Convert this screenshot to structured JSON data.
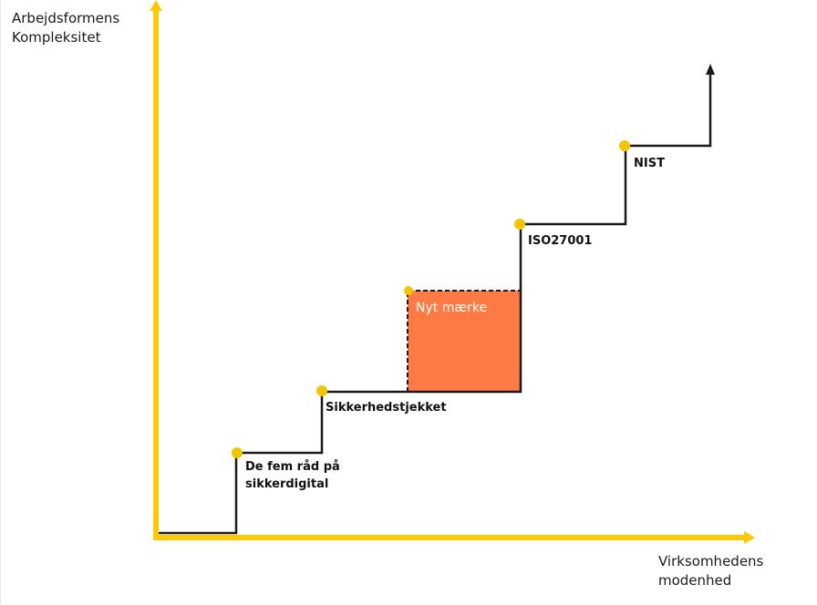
{
  "diagram": {
    "y_axis_label_line1": "Arbejdsformens",
    "y_axis_label_line2": "Kompleksitet",
    "x_axis_label_line1": "Virksomhedens",
    "x_axis_label_line2": "modenhed",
    "steps": [
      {
        "label_line1": "De fem råd på",
        "label_line2": "sikkerdigital"
      },
      {
        "label_line1": "Sikkerhedstjekket"
      },
      {
        "label_line1": "Nyt mærke",
        "highlighted": true
      },
      {
        "label_line1": "ISO27001"
      },
      {
        "label_line1": "NIST"
      }
    ],
    "colors": {
      "axis": "#FFC800",
      "marker": "#F5C400",
      "staircase": "#1a1a1a",
      "highlight_fill": "#FF7A45"
    }
  }
}
